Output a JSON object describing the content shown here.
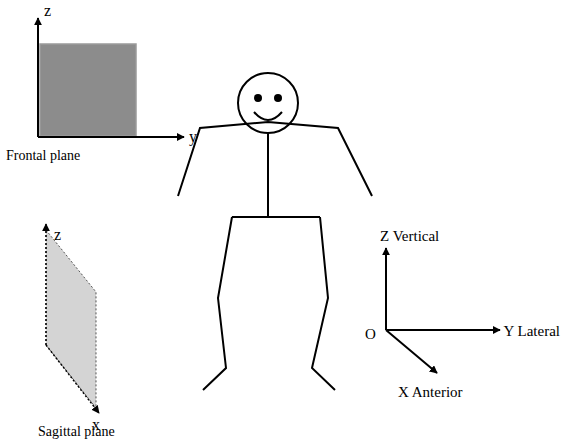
{
  "diagram": {
    "labels": [
      "z",
      "y",
      "Frontal plane",
      "z",
      "x",
      "Sagittal plane",
      "Z Vertical",
      "O",
      "Y Lateral",
      "X Anterior"
    ]
  }
}
